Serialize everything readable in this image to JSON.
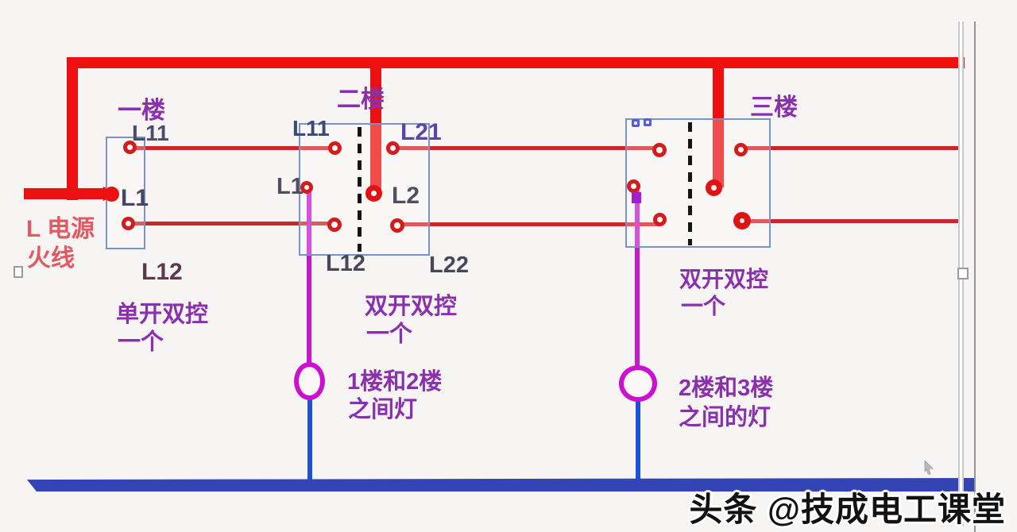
{
  "diagram": {
    "title_context": "three-floor two-way switch staircase lighting wiring diagram",
    "power_source": {
      "line1": "L 电源",
      "line2": "火线"
    },
    "watermark": "头条 @技成电工课堂"
  },
  "floors": [
    {
      "name": "一楼",
      "type_line1": "单开双控",
      "type_line2": "一个",
      "terminals": {
        "top": "L11",
        "mid": "L1",
        "bottom": "L12"
      }
    },
    {
      "name": "二楼",
      "type_line1": "双开双控",
      "type_line2": "一个",
      "terminals": {
        "lt": "L11",
        "rt": "L21",
        "lm": "L1",
        "rm": "L2",
        "lb": "L12",
        "rb": "L22"
      }
    },
    {
      "name": "三楼",
      "type_line1": "双开双控",
      "type_line2": "一个",
      "terminals": {}
    }
  ],
  "lamps": [
    {
      "caption_line1": "1楼和2楼",
      "caption_line2": "之间灯"
    },
    {
      "caption_line1": "2楼和3楼",
      "caption_line2": "之间的灯"
    }
  ],
  "colors": {
    "live_thick": "#ec1010",
    "live_thin": "#cc2727",
    "terminal_ring": "#d31c1c",
    "switch_box_border": "#7a93c6",
    "gang_link_dash": "#141414",
    "lamp_wire": "#c617cc",
    "neutral_wire": "#1b52d9",
    "neutral_bus": "#3445b3",
    "purple_text": "#8b30ad",
    "power_text": "#e25863"
  }
}
